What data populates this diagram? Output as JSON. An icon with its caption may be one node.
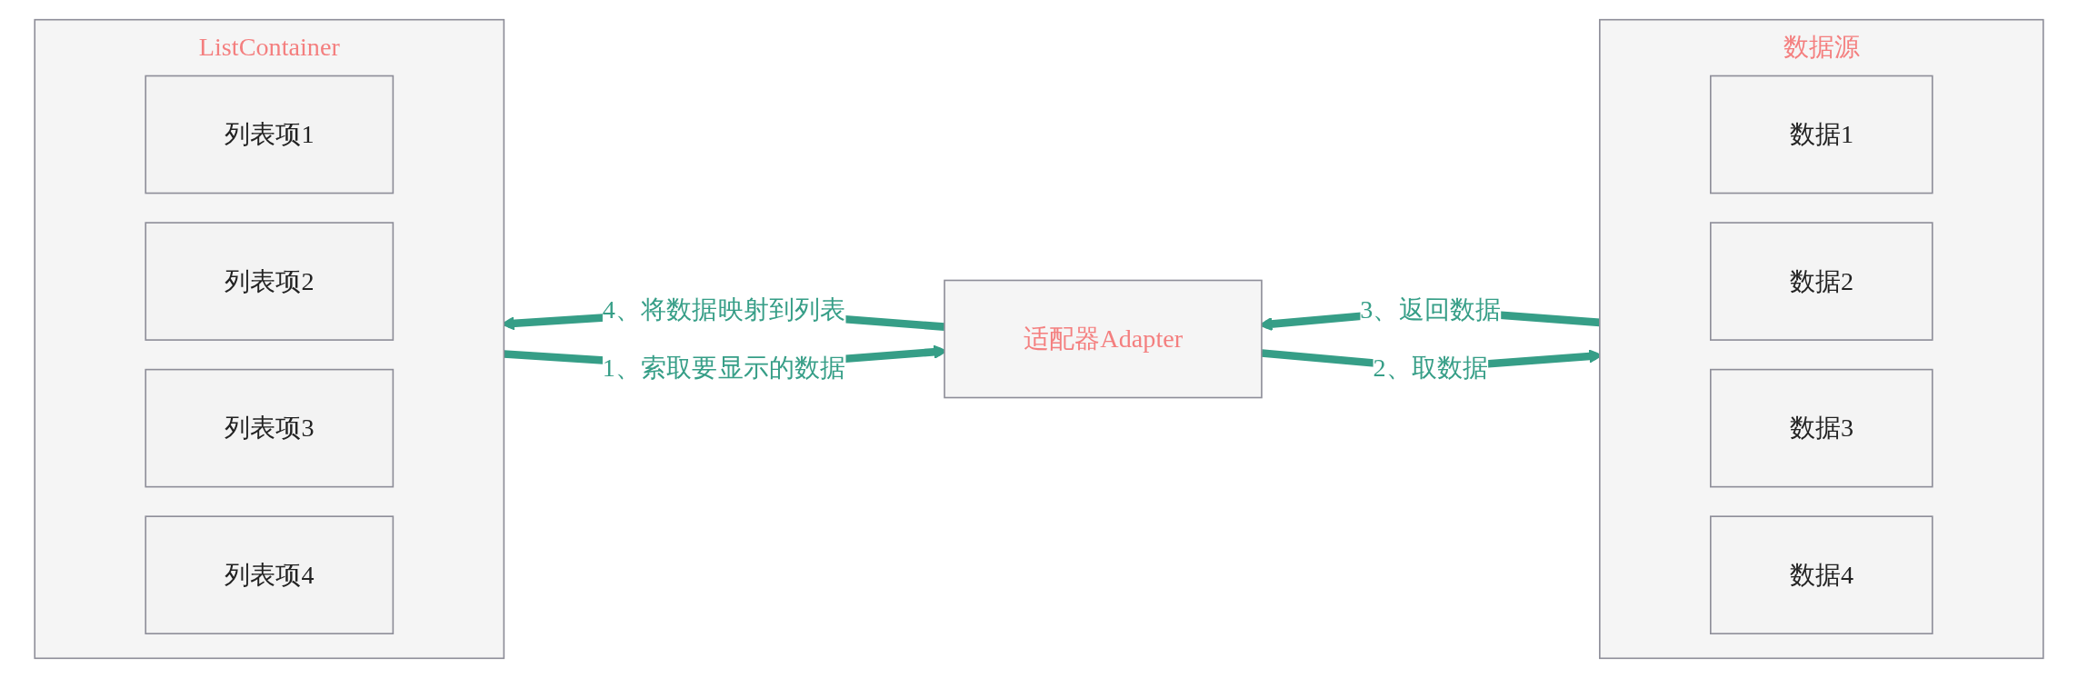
{
  "diagram": {
    "nodes": [
      {
        "text": [
          "ListContainer"
        ]
      },
      {
        "text": [
          "列表项1"
        ],
        "in": 0
      },
      {
        "text": [
          "列表项2"
        ],
        "in": 0
      },
      {
        "text": [
          "列表项3"
        ],
        "in": 0
      },
      {
        "text": [
          "列表项4"
        ],
        "in": 0
      },
      {
        "text": [
          "适配器Adapter"
        ]
      },
      {
        "text": [
          "数据源"
        ]
      },
      {
        "text": [
          "数据1"
        ],
        "in": 6
      },
      {
        "text": [
          "数据2"
        ],
        "in": 6
      },
      {
        "text": [
          "数据3"
        ],
        "in": 6
      },
      {
        "text": [
          "数据4"
        ],
        "in": 6
      }
    ],
    "edges": [
      {
        "from": 0,
        "to": 5,
        "arrow": "to",
        "label": "1、索取要显示的数据"
      },
      {
        "from": 5,
        "to": 6,
        "arrow": "to",
        "label": "2、取数据"
      },
      {
        "from": 6,
        "to": 5,
        "arrow": "to",
        "label": "3、返回数据"
      },
      {
        "from": 5,
        "to": 0,
        "arrow": "to",
        "label": "4、将数据映射到列表"
      }
    ]
  }
}
